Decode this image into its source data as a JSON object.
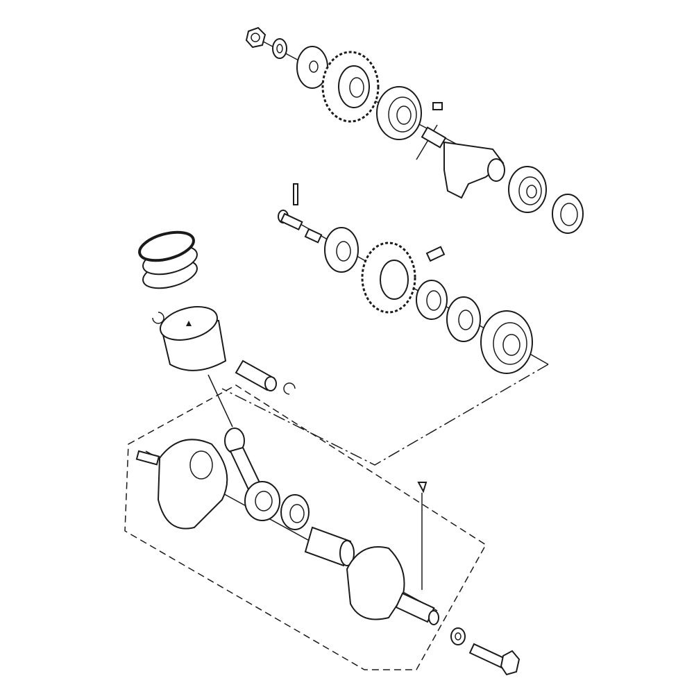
{
  "diagram": {
    "type": "exploded-parts-view",
    "colors": {
      "line": "#1a1a1a",
      "background": "#ffffff"
    },
    "parts": [
      "nut",
      "lock-washer",
      "washer",
      "cam-gear",
      "bearing",
      "key",
      "balancer-shaft",
      "bearing",
      "needle-bearing",
      "pin",
      "bolt",
      "spring",
      "damper-plate",
      "balancer-gear",
      "spring",
      "damper-holder",
      "damper-plate",
      "bearing",
      "piston-rings",
      "circlip",
      "piston",
      "piston-pin",
      "circlip",
      "crank-half-left",
      "connecting-rod",
      "needle-bearing",
      "crank-pin",
      "crank-half-right",
      "woodruff-key",
      "washer",
      "bolt"
    ]
  }
}
